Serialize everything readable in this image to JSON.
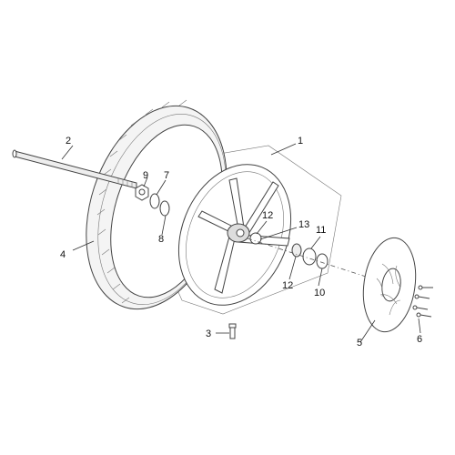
{
  "diagram": {
    "callouts": {
      "c1": "1",
      "c2": "2",
      "c3": "3",
      "c4": "4",
      "c5": "5",
      "c6": "6",
      "c7": "7",
      "c8": "8",
      "c9": "9",
      "c10": "10",
      "c11": "11",
      "c12a": "12",
      "c12b": "12",
      "c13": "13"
    }
  }
}
